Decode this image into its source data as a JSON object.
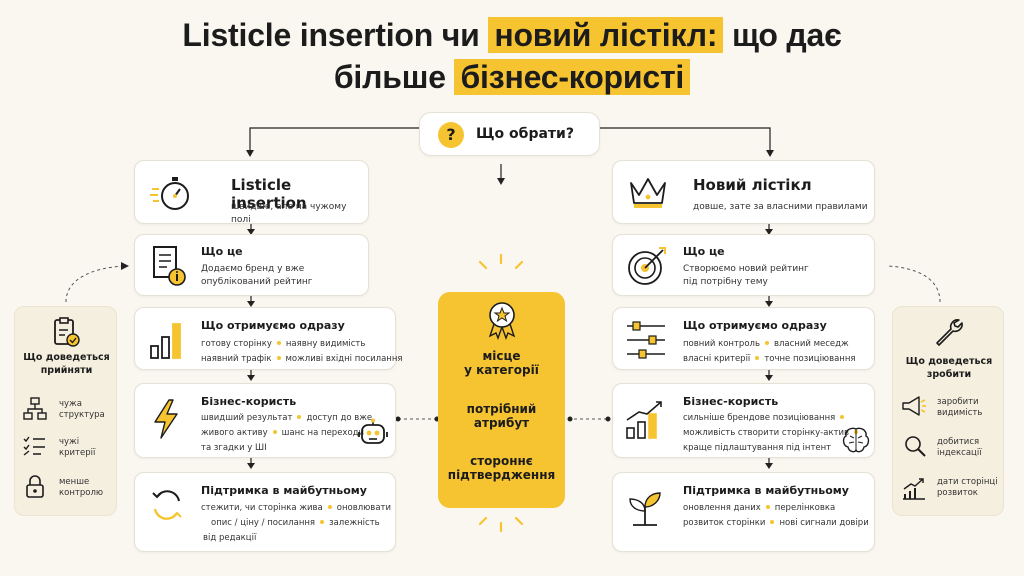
{
  "title": {
    "line1_a": "Listicle insertion чи ",
    "line1_hl": "новий лістікл:",
    "line1_b": " що дає",
    "line2_a": "більше ",
    "line2_hl": "бізнес-користі"
  },
  "question": {
    "mark": "?",
    "label": "Що обрати?"
  },
  "left": {
    "header": {
      "title": "Listicle insertion",
      "subtitle": "швидше, але на чужому полі"
    },
    "what": {
      "title": "Що це",
      "lines": [
        "Додаємо бренд у вже",
        "опублікований рейтинг"
      ]
    },
    "gain": {
      "title": "Що отримуємо одразу",
      "row1": [
        "готову сторінку",
        "наявну видимість"
      ],
      "row2": [
        "наявний трафік",
        "можливі вхідні посилання"
      ]
    },
    "biz": {
      "title": "Бізнес-користь",
      "row1": [
        "швидший результат",
        "доступ до вже"
      ],
      "row2": [
        "живого активу",
        "шанс на переходи"
      ],
      "row3": [
        "та згадки у ШІ"
      ]
    },
    "support": {
      "title": "Підтримка в майбутньому",
      "row1": [
        "стежити, чи сторінка жива",
        "оновлювати"
      ],
      "row2": [
        "опис / ціну / посилання",
        "залежність"
      ],
      "row3": [
        "від редакції"
      ]
    }
  },
  "right": {
    "header": {
      "title": "Новий лістікл",
      "subtitle": "довше, зате за власними правилами"
    },
    "what": {
      "title": "Що це",
      "lines": [
        "Створюємо новий рейтинг",
        "під потрібну тему"
      ]
    },
    "gain": {
      "title": "Що отримуємо одразу",
      "row1": [
        "повний контроль",
        "власний меседж"
      ],
      "row2": [
        "власні критерії",
        "точне позиціювання"
      ]
    },
    "biz": {
      "title": "Бізнес-користь",
      "row1": [
        "сильніше брендове позиціювання"
      ],
      "row2": [
        "можливість створити сторінку-актив"
      ],
      "row3": [
        "краще підлаштування під інтент"
      ]
    },
    "support": {
      "title": "Підтримка в майбутньому",
      "row1": [
        "оновлення даних",
        "перелінковка"
      ],
      "row2": [
        "розвиток сторінки",
        "нові сигнали довіри"
      ]
    }
  },
  "center": {
    "step1": [
      "місце",
      "у категорії"
    ],
    "step2": [
      "потрібний",
      "атрибут"
    ],
    "step3": [
      "стороннє",
      "підтвердження"
    ]
  },
  "left_side": {
    "title": [
      "Що доведеться",
      "прийняти"
    ],
    "items": [
      {
        "icon": "structure-icon",
        "lines": [
          "чужа",
          "структура"
        ]
      },
      {
        "icon": "checklist-icon",
        "lines": [
          "чужі",
          "критерії"
        ]
      },
      {
        "icon": "lock-icon",
        "lines": [
          "менше",
          "контролю"
        ]
      }
    ]
  },
  "right_side": {
    "title": [
      "Що доведеться",
      "зробити"
    ],
    "items": [
      {
        "icon": "megaphone-icon",
        "lines": [
          "заробити",
          "видимість"
        ]
      },
      {
        "icon": "search-icon",
        "lines": [
          "добитися",
          "індексації"
        ]
      },
      {
        "icon": "growth-chart-icon",
        "lines": [
          "дати сторінці",
          "розвиток"
        ]
      }
    ]
  },
  "colors": {
    "accent": "#f6c431",
    "background": "#faf7f0",
    "text": "#1c1c1c"
  }
}
